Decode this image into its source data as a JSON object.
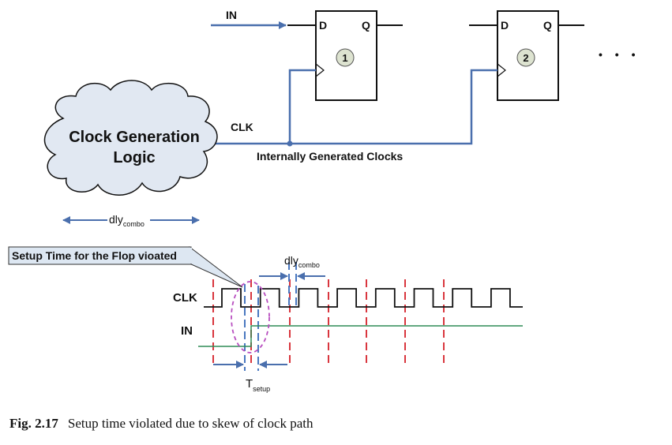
{
  "schematic": {
    "input_label": "IN",
    "clk_label": "CLK",
    "net_label": "Internally Generated Clocks",
    "cloud_line1": "Clock Generation",
    "cloud_line2": "Logic",
    "delay_label_main": "dly",
    "delay_label_sub": "combo",
    "ellipsis": "• • •",
    "flops": [
      {
        "d_label": "D",
        "q_label": "Q",
        "index": "1"
      },
      {
        "d_label": "D",
        "q_label": "Q",
        "index": "2"
      }
    ]
  },
  "timing": {
    "callout_text": "Setup Time for the Flop vioated",
    "clk_label": "CLK",
    "in_label": "IN",
    "dly_main": "dly",
    "dly_sub": "combo",
    "tsetup_main": "T",
    "tsetup_sub": "setup",
    "clock_cycles": 8
  },
  "caption": {
    "fig_number": "Fig. 2.17",
    "text": "Setup time violated due to skew of clock path"
  },
  "colors": {
    "wire_blue": "#4a6fad",
    "dash_red": "#d9363e",
    "dash_blue": "#4a78c0",
    "in_green": "#2e8b57",
    "ellipse_magenta": "#b84fc0",
    "cloud_fill": "#e1e8f2",
    "callout_fill": "#dde7f2",
    "badge_fill": "#dde3d0"
  }
}
